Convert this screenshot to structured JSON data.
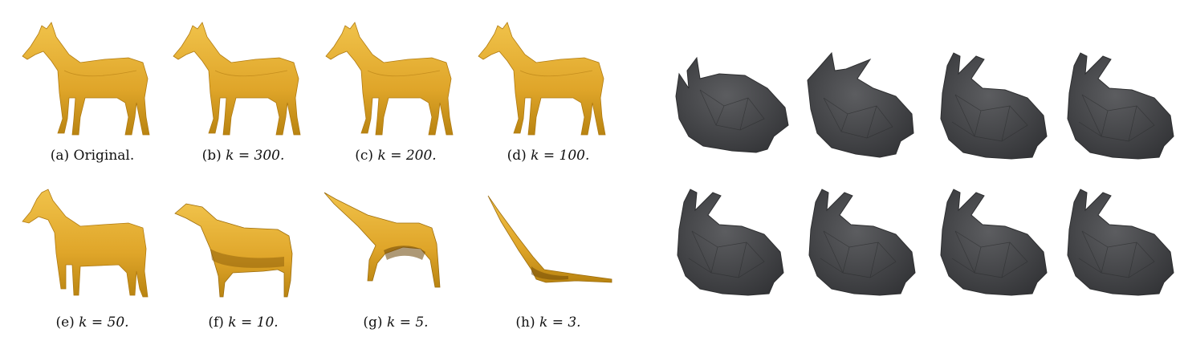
{
  "colors": {
    "horse_fill": "#e3ab2c",
    "horse_shade": "#b07a10",
    "bunny_fill": "#4b4c4f",
    "bunny_shade": "#2e2f31"
  },
  "horse_panels": [
    {
      "label": "(a)",
      "text": "Original.",
      "k": null,
      "stage": 0
    },
    {
      "label": "(b)",
      "text": "",
      "k": "k = 300.",
      "stage": 0
    },
    {
      "label": "(c)",
      "text": "",
      "k": "k = 200.",
      "stage": 0
    },
    {
      "label": "(d)",
      "text": "",
      "k": "k = 100.",
      "stage": 0
    },
    {
      "label": "(e)",
      "text": "",
      "k": "k = 50.",
      "stage": 1
    },
    {
      "label": "(f)",
      "text": "",
      "k": "k = 10.",
      "stage": 2
    },
    {
      "label": "(g)",
      "text": "",
      "k": "k = 5.",
      "stage": 3
    },
    {
      "label": "(h)",
      "text": "",
      "k": "k = 3.",
      "stage": 4
    }
  ],
  "bunny_count": 8
}
